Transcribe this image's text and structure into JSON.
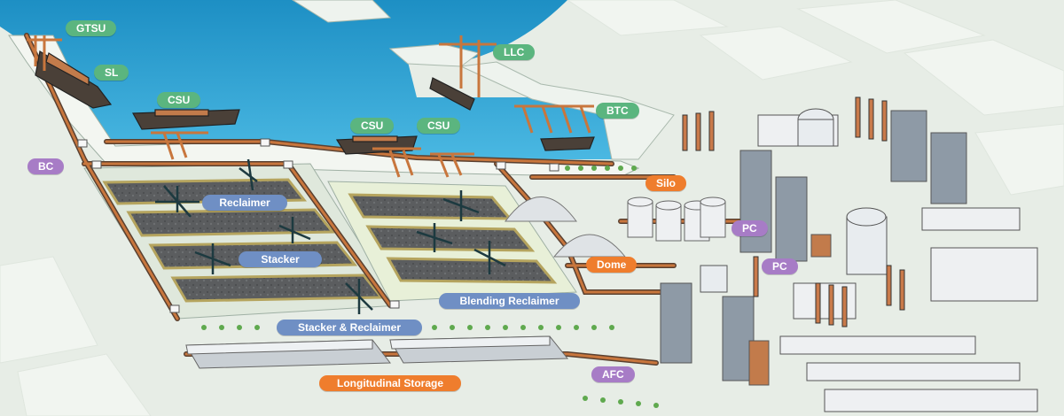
{
  "labels": {
    "gtsu": {
      "text": "GTSU",
      "color": "#5bb57f"
    },
    "sl": {
      "text": "SL",
      "color": "#5bb57f"
    },
    "csu_left": {
      "text": "CSU",
      "color": "#5bb57f"
    },
    "llc": {
      "text": "LLC",
      "color": "#5bb57f"
    },
    "csu_mid": {
      "text": "CSU",
      "color": "#5bb57f"
    },
    "csu_right": {
      "text": "CSU",
      "color": "#5bb57f"
    },
    "btc": {
      "text": "BTC",
      "color": "#5bb57f"
    },
    "bc": {
      "text": "BC",
      "color": "#a77cc6"
    },
    "reclaimer": {
      "text": "Reclaimer",
      "color": "#6f8fc4"
    },
    "stacker": {
      "text": "Stacker",
      "color": "#6f8fc4"
    },
    "stacker_reclaimer": {
      "text": "Stacker & Reclaimer",
      "color": "#6f8fc4"
    },
    "blending_reclaimer": {
      "text": "Blending Reclaimer",
      "color": "#6f8fc4"
    },
    "silo": {
      "text": "Silo",
      "color": "#ef7d2d"
    },
    "dome": {
      "text": "Dome",
      "color": "#ef7d2d"
    },
    "pc_upper": {
      "text": "PC",
      "color": "#a77cc6"
    },
    "pc_lower": {
      "text": "PC",
      "color": "#a77cc6"
    },
    "afc": {
      "text": "AFC",
      "color": "#a77cc6"
    },
    "longitudinal_storage": {
      "text": "Longitudinal Storage",
      "color": "#ef7d2d"
    }
  },
  "colors": {
    "water_light": "#3fb3df",
    "water_deep": "#1d8fc4",
    "ground": "#e7ede6",
    "conveyor": "#c8763d",
    "conveyor_edge": "#5a4030"
  }
}
